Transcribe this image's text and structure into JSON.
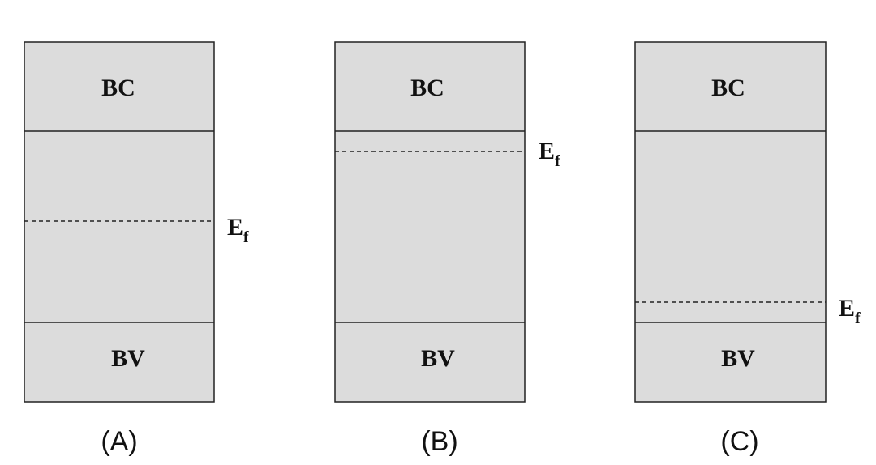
{
  "colors": {
    "band_fill": "#dcdcdc",
    "stroke": "#222222",
    "text": "#111111"
  },
  "panels": [
    {
      "caption": "(A)",
      "conduction_band_label": "BC",
      "valence_band_label": "BV",
      "fermi_label_main": "E",
      "fermi_label_sub": "f",
      "fermi_position": "middle of gap"
    },
    {
      "caption": "(B)",
      "conduction_band_label": "BC",
      "valence_band_label": "BV",
      "fermi_label_main": "E",
      "fermi_label_sub": "f",
      "fermi_position": "near conduction band"
    },
    {
      "caption": "(C)",
      "conduction_band_label": "BC",
      "valence_band_label": "BV",
      "fermi_label_main": "E",
      "fermi_label_sub": "f",
      "fermi_position": "near valence band"
    }
  ]
}
